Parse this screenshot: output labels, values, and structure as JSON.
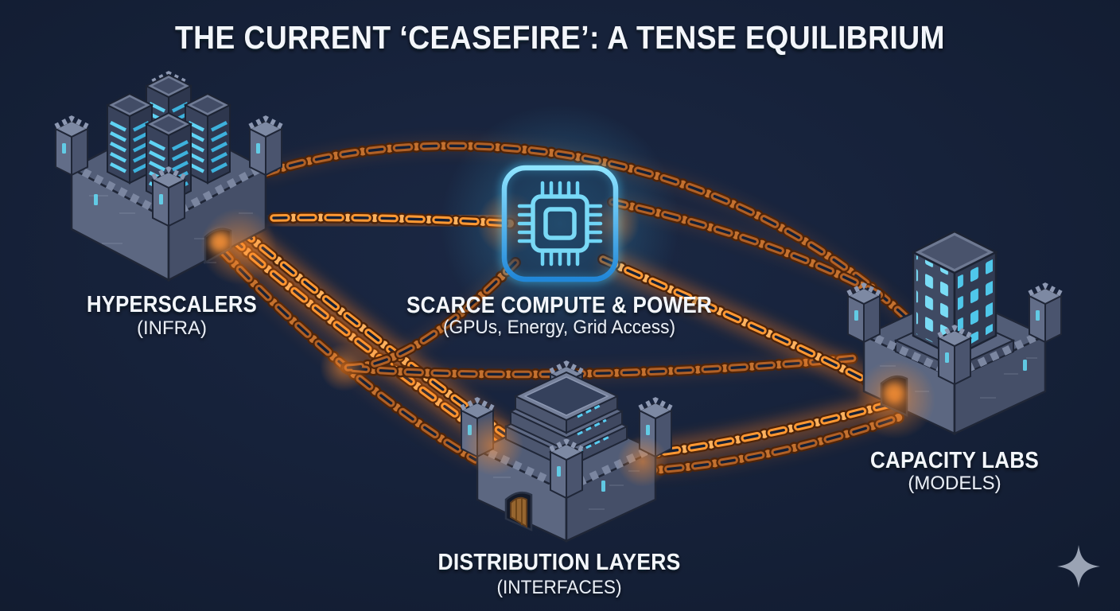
{
  "title": "THE CURRENT ‘CEASEFIRE’: A TENSE EQUILIBRIUM",
  "hub": {
    "label": "SCARCE COMPUTE & POWER",
    "sublabel": "(GPUs, Energy, Grid Access)",
    "icon": "cpu-chip-icon",
    "accent_color": "#5bcdf2"
  },
  "nodes": [
    {
      "id": "hyperscalers",
      "label": "HYPERSCALERS",
      "sublabel": "(INFRA)",
      "icon": "server-fortress-icon"
    },
    {
      "id": "capacity-labs",
      "label": "CAPACITY LABS",
      "sublabel": "(MODELS)",
      "icon": "tower-fortress-icon"
    },
    {
      "id": "distribution-layers",
      "label": "DISTRIBUTION LAYERS",
      "sublabel": "(INTERFACES)",
      "icon": "stack-fortress-icon"
    }
  ],
  "connections": [
    {
      "from": "hyperscalers",
      "to": "capacity-labs",
      "style": "chain-arc-top"
    },
    {
      "from": "hyperscalers",
      "to": "scarce-compute",
      "style": "chain"
    },
    {
      "from": "scarce-compute",
      "to": "capacity-labs",
      "style": "chain"
    },
    {
      "from": "hyperscalers",
      "to": "distribution-layers",
      "style": "chain-double"
    },
    {
      "from": "scarce-compute",
      "to": "distribution-layers",
      "style": "chain"
    },
    {
      "from": "distribution-layers",
      "to": "capacity-labs",
      "style": "chain-double"
    }
  ],
  "colors": {
    "background": "#131d33",
    "chain_bright": "#ff9833",
    "chain_dark": "#b06026",
    "glow_cyan": "#46c1f0",
    "text": "#f3f6fb"
  },
  "watermark": {
    "icon": "sparkle-icon",
    "color": "#9aa3b4"
  }
}
